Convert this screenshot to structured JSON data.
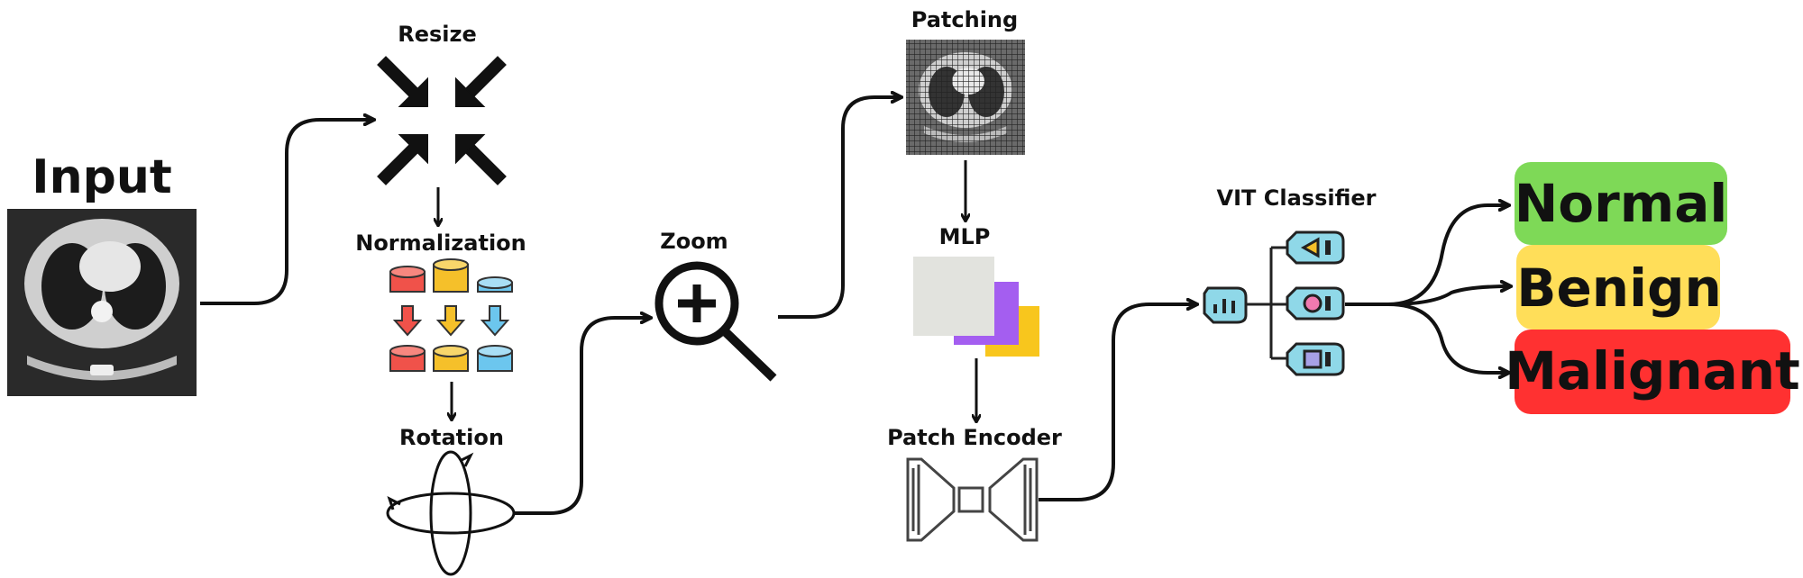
{
  "labels": {
    "input": "Input",
    "resize": "Resize",
    "normalization": "Normalization",
    "rotation": "Rotation",
    "zoom": "Zoom",
    "patching": "Patching",
    "mlp": "MLP",
    "patch_encoder": "Patch Encoder",
    "vit_classifier": "VIT Classifier"
  },
  "outputs": [
    {
      "label": "Normal",
      "color": "#7ed957"
    },
    {
      "label": "Benign",
      "color": "#ffde59"
    },
    {
      "label": "Malignant",
      "color": "#ff3131"
    }
  ],
  "colors": {
    "line": "#111111",
    "db_red": "#f0524a",
    "db_yellow": "#f5c02a",
    "db_blue": "#6cc6ee",
    "mlp_gray": "#e2e3de",
    "mlp_purple": "#a45ef0",
    "mlp_yellow": "#f8c61d",
    "vit_cyan": "#8fd8e8"
  },
  "icons": {
    "input": "ct-scan-image",
    "resize": "compress-arrows-icon",
    "normalization": "database-transform-icon",
    "rotation": "rotate-3d-icon",
    "zoom": "zoom-in-icon",
    "patching": "patched-ct-image",
    "mlp": "layered-squares-icon",
    "patch_encoder": "encoder-decoder-icon",
    "vit_classifier": "hierarchy-node-icon"
  }
}
